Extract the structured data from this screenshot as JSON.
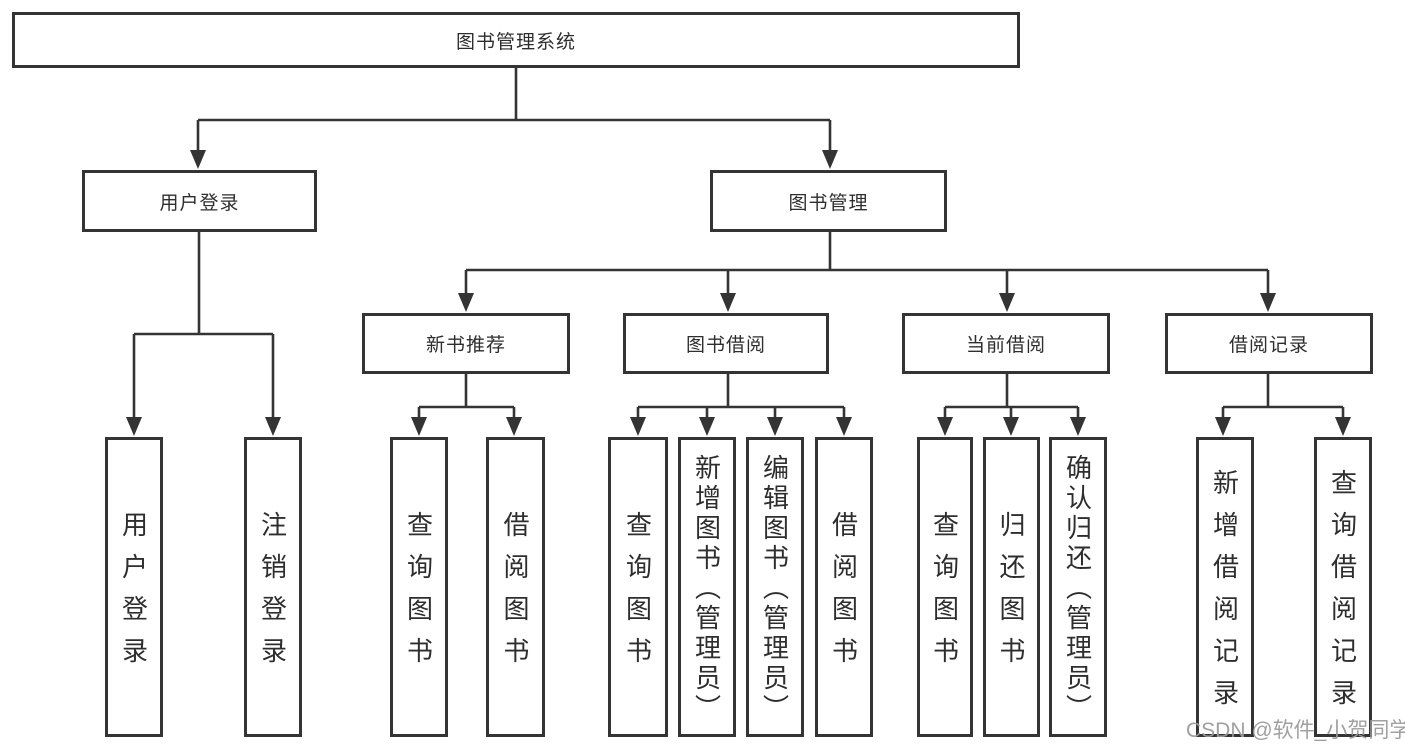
{
  "diagram": {
    "title": "图书管理系统",
    "root": {
      "label": "图书管理系统"
    },
    "branches": [
      {
        "label": "用户登录",
        "children": [
          {
            "label": "用户登录"
          },
          {
            "label": "注销登录"
          }
        ]
      },
      {
        "label": "图书管理",
        "children": [
          {
            "label": "新书推荐",
            "children": [
              {
                "label": "查询图书"
              },
              {
                "label": "借阅图书"
              }
            ]
          },
          {
            "label": "图书借阅",
            "children": [
              {
                "label": "查询图书"
              },
              {
                "label": "新增图书（管理员）"
              },
              {
                "label": "编辑图书（管理员）"
              },
              {
                "label": "借阅图书"
              }
            ]
          },
          {
            "label": "当前借阅",
            "children": [
              {
                "label": "查询图书"
              },
              {
                "label": "归还图书"
              },
              {
                "label": "确认归还（管理员）"
              }
            ]
          },
          {
            "label": "借阅记录",
            "children": [
              {
                "label": "新增借阅记录"
              },
              {
                "label": "查询借阅记录"
              }
            ]
          }
        ]
      }
    ]
  },
  "watermark": {
    "text": "CSDN @软件_小贺同学"
  },
  "colors": {
    "line": "#343434",
    "box_border": "#343434",
    "text": "#2e2e2e",
    "watermark": "#9b9b9b",
    "background": "#ffffff"
  }
}
